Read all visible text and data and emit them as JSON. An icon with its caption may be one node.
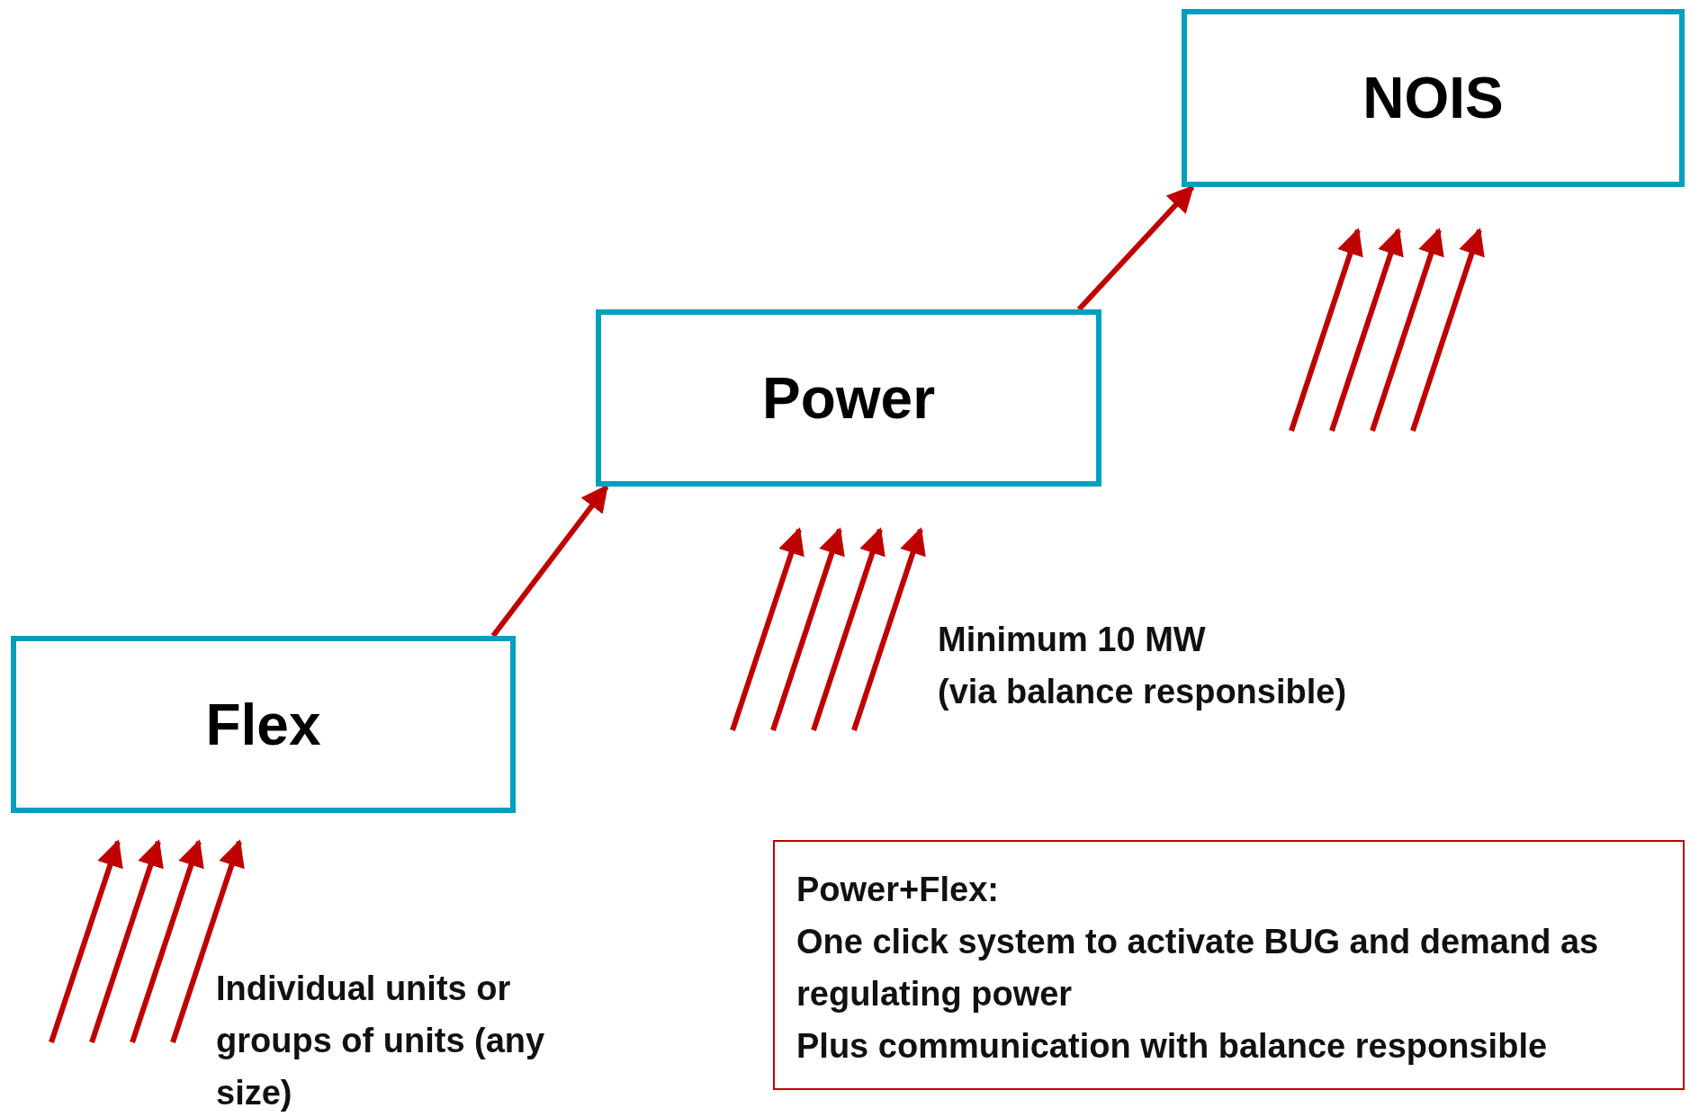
{
  "diagram": {
    "nodes": [
      {
        "text": [
          "Flex"
        ]
      },
      {
        "text": [
          "Power"
        ]
      },
      {
        "text": [
          "NOIS"
        ]
      },
      {
        "text": [
          "Power+Flex:",
          "One click system to activate BUG and demand as regulating power",
          "Plus communication with balance responsible"
        ]
      }
    ],
    "edges": [
      {
        "from": 0,
        "to": 1,
        "arrow": "to"
      },
      {
        "from": 1,
        "to": 2,
        "arrow": "to"
      }
    ],
    "labels": [
      "Individual units or groups of units (any size)",
      "Minimum 10 MW",
      "(via balance responsible)"
    ]
  }
}
